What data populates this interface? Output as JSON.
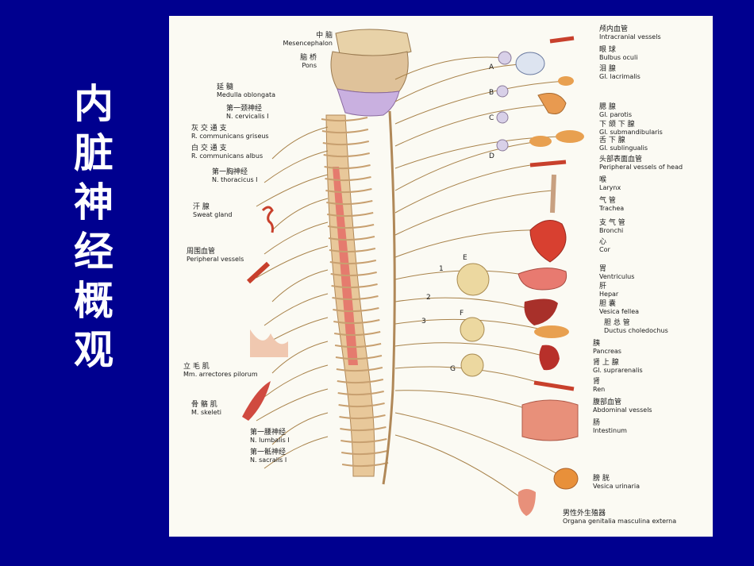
{
  "slide": {
    "title_chars": [
      "内",
      "脏",
      "神",
      "经",
      "概",
      "观"
    ]
  },
  "colors": {
    "background": "#00008f",
    "title": "#ffffff",
    "figure_bg": "#fbfaf3",
    "nerve": "#a8824a",
    "spinal_cord": "#e88a7a",
    "organ": "#c8402c"
  },
  "labels_left": [
    {
      "zh": "中    脑",
      "la": "Mesencephalon"
    },
    {
      "zh": "脑    桥",
      "la": "Pons"
    },
    {
      "zh": "延    髓",
      "la": "Medulla oblongata"
    },
    {
      "zh": "第一颈神经",
      "la": "N. cervicalis  I"
    },
    {
      "zh": "灰 交 通 支",
      "la": "R. communicans griseus"
    },
    {
      "zh": "白 交 通 支",
      "la": "R. communicans albus"
    },
    {
      "zh": "第一胸神经",
      "la": "N. thoracicus  I"
    },
    {
      "zh": "汗    腺",
      "la": "Sweat gland"
    },
    {
      "zh": "周围血管",
      "la": "Peripheral vessels"
    },
    {
      "zh": "立 毛 肌",
      "la": "Mm. arrectores pilorum"
    },
    {
      "zh": "骨 骼 肌",
      "la": "M. skeleti"
    },
    {
      "zh": "第一腰神经",
      "la": "N. lumbalis  I"
    },
    {
      "zh": "第一骶神经",
      "la": "N. sacralis  I"
    }
  ],
  "labels_right": [
    {
      "zh": "颅内血管",
      "la": "Intracranial vessels"
    },
    {
      "zh": "眼    球",
      "la": "Bulbus oculi"
    },
    {
      "zh": "泪    腺",
      "la": "Gl. lacrimalis"
    },
    {
      "zh": "腮    腺",
      "la": "Gl. parotis"
    },
    {
      "zh": "下 颌 下 腺",
      "la": "Gl. submandibularis"
    },
    {
      "zh": "舌  下  腺",
      "la": "Gl. sublingualis"
    },
    {
      "zh": "头部表面血管",
      "la": "Peripheral vessels of head"
    },
    {
      "zh": "喉",
      "la": "Larynx"
    },
    {
      "zh": "气    管",
      "la": "Trachea"
    },
    {
      "zh": "支  气  管",
      "la": "Bronchi"
    },
    {
      "zh": "心",
      "la": "Cor"
    },
    {
      "zh": "胃",
      "la": "Ventriculus"
    },
    {
      "zh": "肝",
      "la": "Hepar"
    },
    {
      "zh": "胆    囊",
      "la": "Vesica fellea"
    },
    {
      "zh": "胆  总  管",
      "la": "Ductus choledochus"
    },
    {
      "zh": "胰",
      "la": "Pancreas"
    },
    {
      "zh": "肾  上  腺",
      "la": "Gl. suprarenalis"
    },
    {
      "zh": "肾",
      "la": "Ren"
    },
    {
      "zh": "腹部血管",
      "la": "Abdominal vessels"
    },
    {
      "zh": "肠",
      "la": "Intestinum"
    },
    {
      "zh": "膀    胱",
      "la": "Vesica urinaria"
    },
    {
      "zh": "男性外生殖器",
      "la": "Organa genitalia masculina externa"
    }
  ],
  "ganglion_letters": [
    "A",
    "B",
    "C",
    "D",
    "E",
    "F",
    "G"
  ],
  "splanchnic_numbers": [
    "1",
    "2",
    "3"
  ]
}
